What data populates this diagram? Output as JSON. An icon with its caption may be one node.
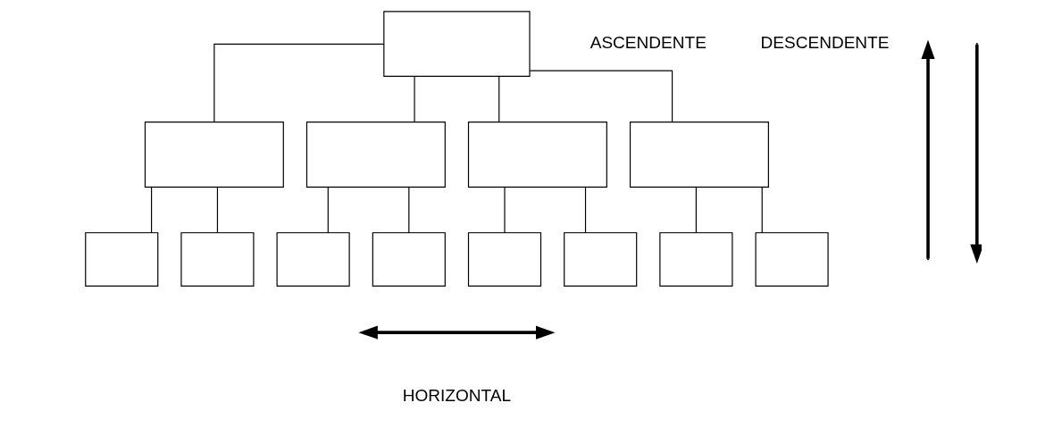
{
  "diagram": {
    "nodes": [
      {
        "text": [],
        "shape": "box"
      },
      {
        "text": [],
        "shape": "box"
      },
      {
        "text": [],
        "shape": "box"
      },
      {
        "text": [],
        "shape": "box"
      },
      {
        "text": [],
        "shape": "box"
      },
      {
        "text": [],
        "shape": "box"
      },
      {
        "text": [],
        "shape": "box"
      },
      {
        "text": [],
        "shape": "box"
      },
      {
        "text": [],
        "shape": "box"
      },
      {
        "text": [],
        "shape": "box"
      },
      {
        "text": [],
        "shape": "box"
      },
      {
        "text": [],
        "shape": "box"
      },
      {
        "text": [],
        "shape": "box"
      }
    ],
    "edges": [
      {
        "from": 0,
        "to": 1,
        "arrow": "none"
      },
      {
        "from": 0,
        "to": 2,
        "arrow": "none"
      },
      {
        "from": 0,
        "to": 3,
        "arrow": "none"
      },
      {
        "from": 0,
        "to": 4,
        "arrow": "none"
      },
      {
        "from": 1,
        "to": 5,
        "arrow": "none"
      },
      {
        "from": 1,
        "to": 6,
        "arrow": "none"
      },
      {
        "from": 2,
        "to": 7,
        "arrow": "none"
      },
      {
        "from": 2,
        "to": 8,
        "arrow": "none"
      },
      {
        "from": 3,
        "to": 9,
        "arrow": "none"
      },
      {
        "from": 3,
        "to": 10,
        "arrow": "none"
      },
      {
        "from": 4,
        "to": 11,
        "arrow": "none"
      },
      {
        "from": 4,
        "to": 12,
        "arrow": "none"
      }
    ],
    "labels": [
      "ASCENDENTE",
      "DESCENDENTE",
      "HORIZONTAL"
    ]
  }
}
